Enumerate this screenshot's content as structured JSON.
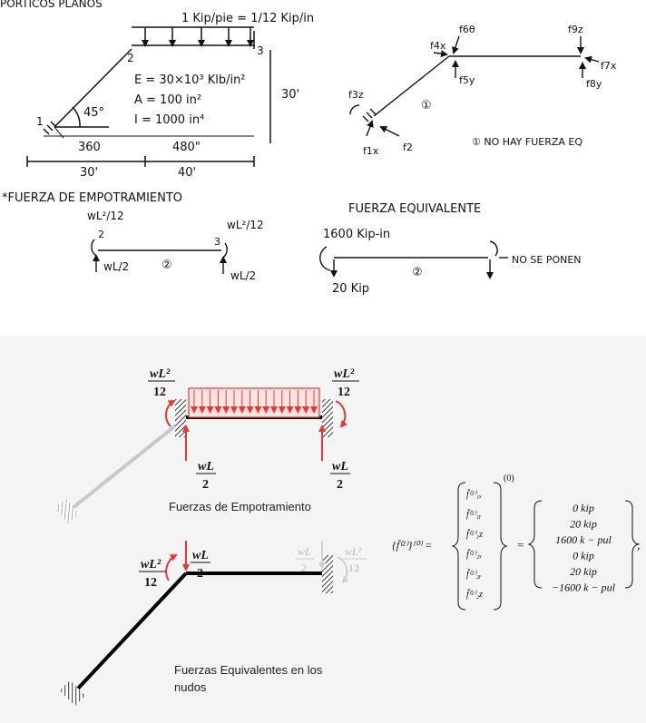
{
  "handwritten": {
    "header_fragment": "PÓRTICOS PLANOS",
    "load": "1 Kip/pie = 1/12 Kip/in",
    "props": {
      "E": "E = 30×10³ Klb/in²",
      "A": "A = 100 in²",
      "I": "I = 1000 in⁴"
    },
    "height": "30'",
    "angle": "45°",
    "node1": "1",
    "node2": "2",
    "node3": "3",
    "dim_inches_left": "360",
    "dim_inches_right": "480\"",
    "dim_feet_left": "30'",
    "dim_feet_right": "40'",
    "fixed_force_title": "*FUERZA DE EMPOTRAMIENTO",
    "equiv_force_title": "FUERZA EQUIVALENTE",
    "moment_left": "wL²/12",
    "moment_right": "wL²/12",
    "shear_left": "wL/2",
    "shear_right": "wL/2",
    "element_2": "②",
    "moment_value": "1600 Kip-in",
    "force_value": "20 Kip",
    "not_placed": "NO SE PONEN",
    "element_1_note": "① NO HAY FUERZA EQ",
    "f_labels": {
      "f4x": "f4x",
      "f6": "f6θ",
      "f5y": "f5y",
      "f9": "f9z",
      "f7": "f7x",
      "f8y": "f8y",
      "f3": "f3z",
      "f1x": "f1x",
      "f2": "f2",
      "circle1": "①"
    }
  },
  "typed": {
    "fixed_caption": "Fuerzas de Empotramiento",
    "equiv_caption_line1": "Fuerzas Equivalentes en los",
    "equiv_caption_line2": "nudos",
    "wL2": "wL²",
    "twelve": "12",
    "wL": "wL",
    "two": "2"
  },
  "equation": {
    "lhs": "{f̄⁽²⁾}⁽⁰⁾ =",
    "superscript": "(0)",
    "symbols": [
      "f̄⁽²⁾₁ₓ",
      "f̄⁽²⁾₁ᵧ",
      "f̄⁽²⁾₁z",
      "f̄⁽²⁾₂ₓ",
      "f̄⁽²⁾₂ᵧ",
      "f̄⁽²⁾₂z"
    ],
    "values": [
      "0   kip",
      "20  kip",
      "1600 k − pul",
      "0   kip",
      "20    kip",
      "−1600 k − pul"
    ],
    "equals": "=",
    "end": ";"
  },
  "colors": {
    "load_red": "#e53935",
    "ink": "#111111",
    "grey": "#c8c8c8",
    "faint": "#cfcfcf"
  }
}
